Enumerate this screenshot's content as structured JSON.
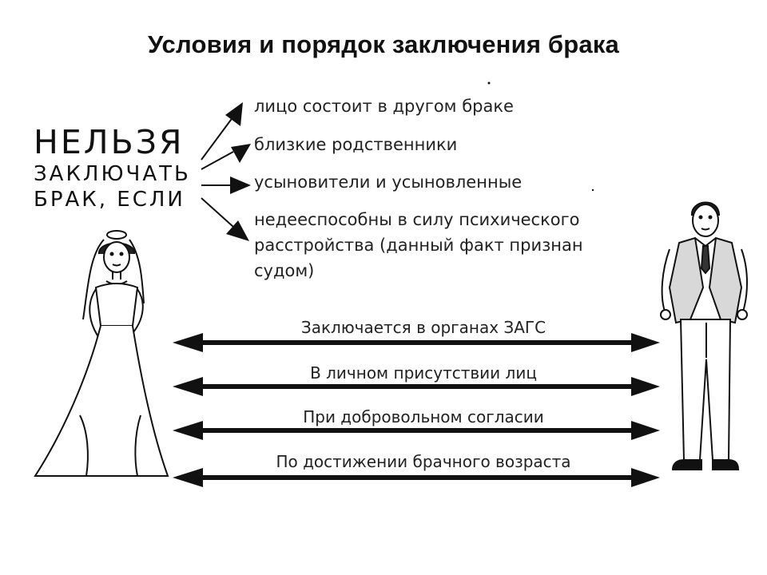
{
  "title": "Условия и порядок заключения брака",
  "heading": {
    "line1": "НЕЛЬЗЯ",
    "line2": "ЗАКЛЮЧАТЬ",
    "line3": "БРАК, ЕСЛИ"
  },
  "prohibitions": [
    "лицо состоит в другом браке",
    "близкие родственники",
    "усыновители и усыновленные",
    "недееспособны в силу психического расстройства (данный факт признан судом)"
  ],
  "prohibition_last_lines": [
    "недееспособны в силу психического",
    "расстройства (данный факт признан",
    "судом)"
  ],
  "requirements": [
    "Заключается в органах ЗАГС",
    "В личном присутствии лиц",
    "При добровольном согласии",
    "По достижении брачного возраста"
  ],
  "figures": {
    "left": "bride-figure",
    "right": "groom-figure"
  }
}
